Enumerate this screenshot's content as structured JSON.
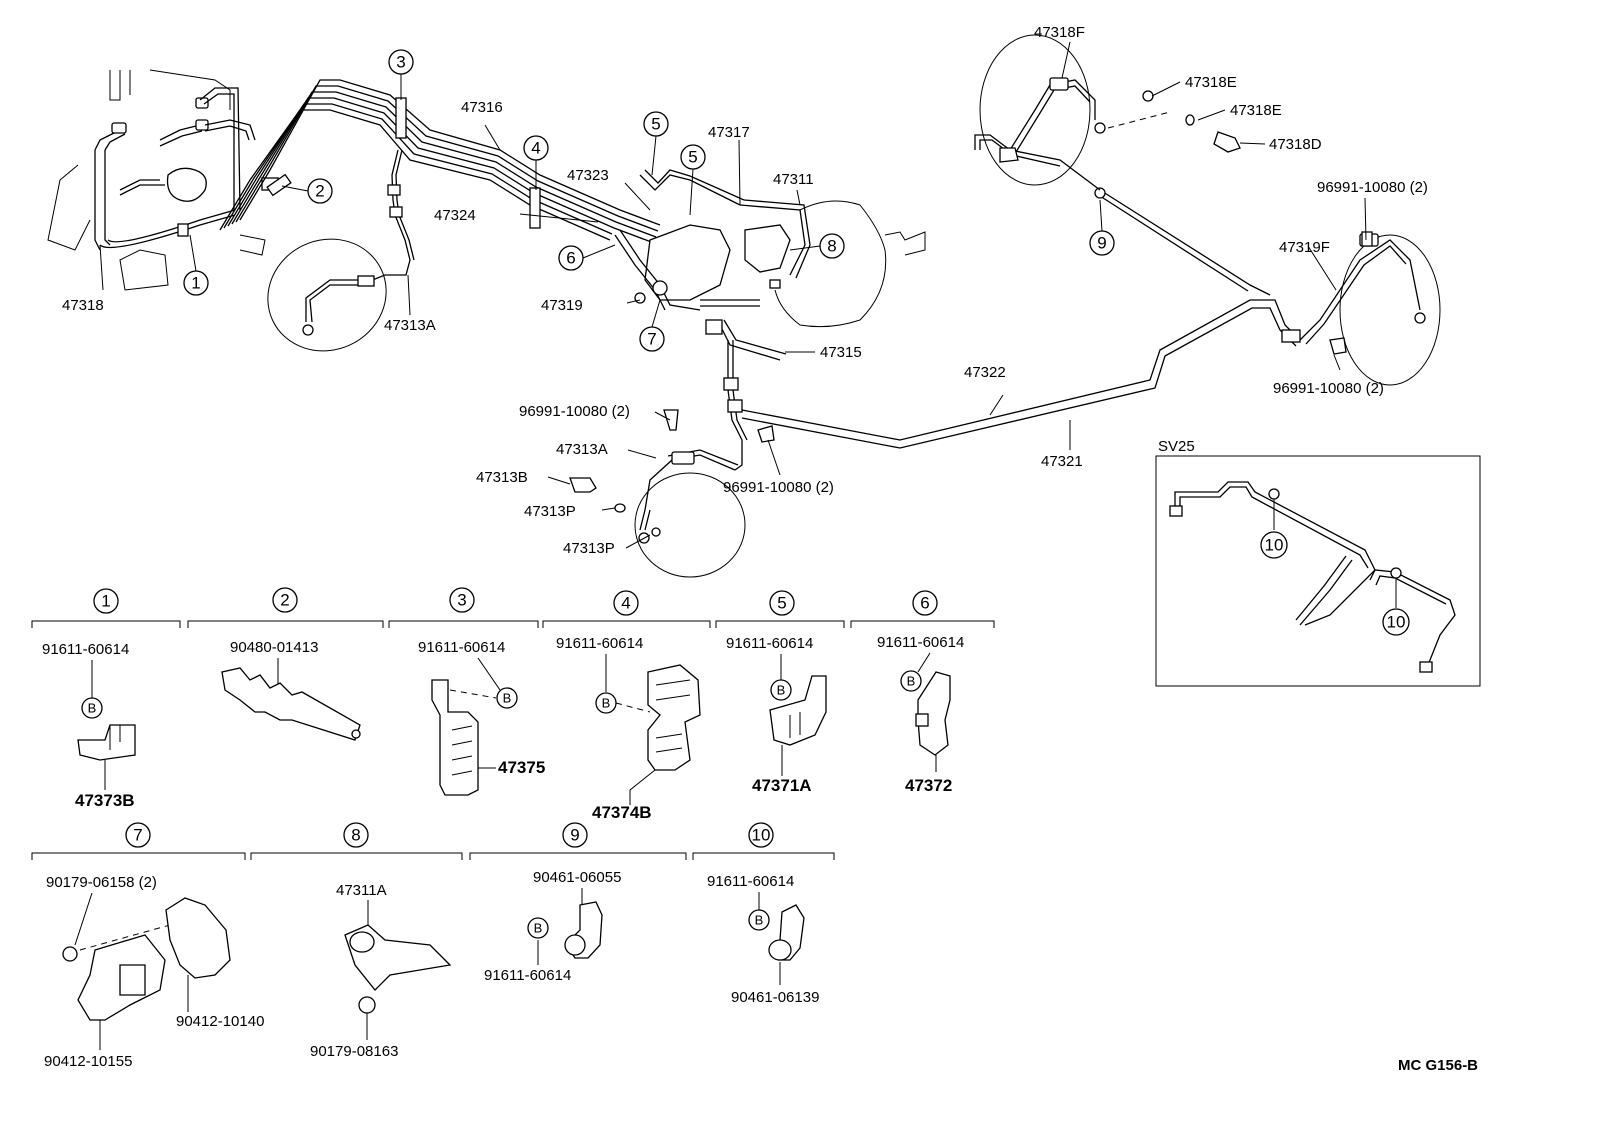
{
  "labels": {
    "p47318": "47318",
    "p47313A_left": "47313A",
    "p47316": "47316",
    "p47317": "47317",
    "p47323": "47323",
    "p47324": "47324",
    "p47319": "47319",
    "p47311": "47311",
    "p47315": "47315",
    "p47318F": "47318F",
    "p47318E_1": "47318E",
    "p47318E_2": "47318E",
    "p47318D": "47318D",
    "p96991_right_top": "96991-10080 (2)",
    "p47319F": "47319F",
    "p96991_right_bot": "96991-10080 (2)",
    "p47322": "47322",
    "p47321": "47321",
    "p96991_mid_left": "96991-10080 (2)",
    "p47313A_mid": "47313A",
    "p47313B": "47313B",
    "p47313P_1": "47313P",
    "p47313P_2": "47313P",
    "p96991_mid_right": "96991-10080 (2)",
    "sv25": "SV25",
    "doc_code": "MC  G156-B"
  },
  "callouts": [
    "1",
    "2",
    "3",
    "4",
    "5",
    "5",
    "6",
    "7",
    "8",
    "9",
    "10",
    "10"
  ],
  "bolt_marker": "B",
  "details": [
    {
      "num": "1",
      "top": "91611-60614",
      "bottom": "47373B"
    },
    {
      "num": "2",
      "top": "90480-01413"
    },
    {
      "num": "3",
      "top": "91611-60614",
      "side": "47375"
    },
    {
      "num": "4",
      "top": "91611-60614",
      "bottom": "47374B"
    },
    {
      "num": "5",
      "top": "91611-60614",
      "bottom": "47371A"
    },
    {
      "num": "6",
      "top": "91611-60614",
      "bottom": "47372"
    },
    {
      "num": "7",
      "top": "90179-06158 (2)",
      "mid": "90412-10140",
      "bottom": "90412-10155"
    },
    {
      "num": "8",
      "top": "47311A",
      "bottom": "90179-08163"
    },
    {
      "num": "9",
      "top": "90461-06055",
      "bottom": "91611-60614"
    },
    {
      "num": "10",
      "top": "91611-60614",
      "bottom": "90461-06139"
    }
  ]
}
